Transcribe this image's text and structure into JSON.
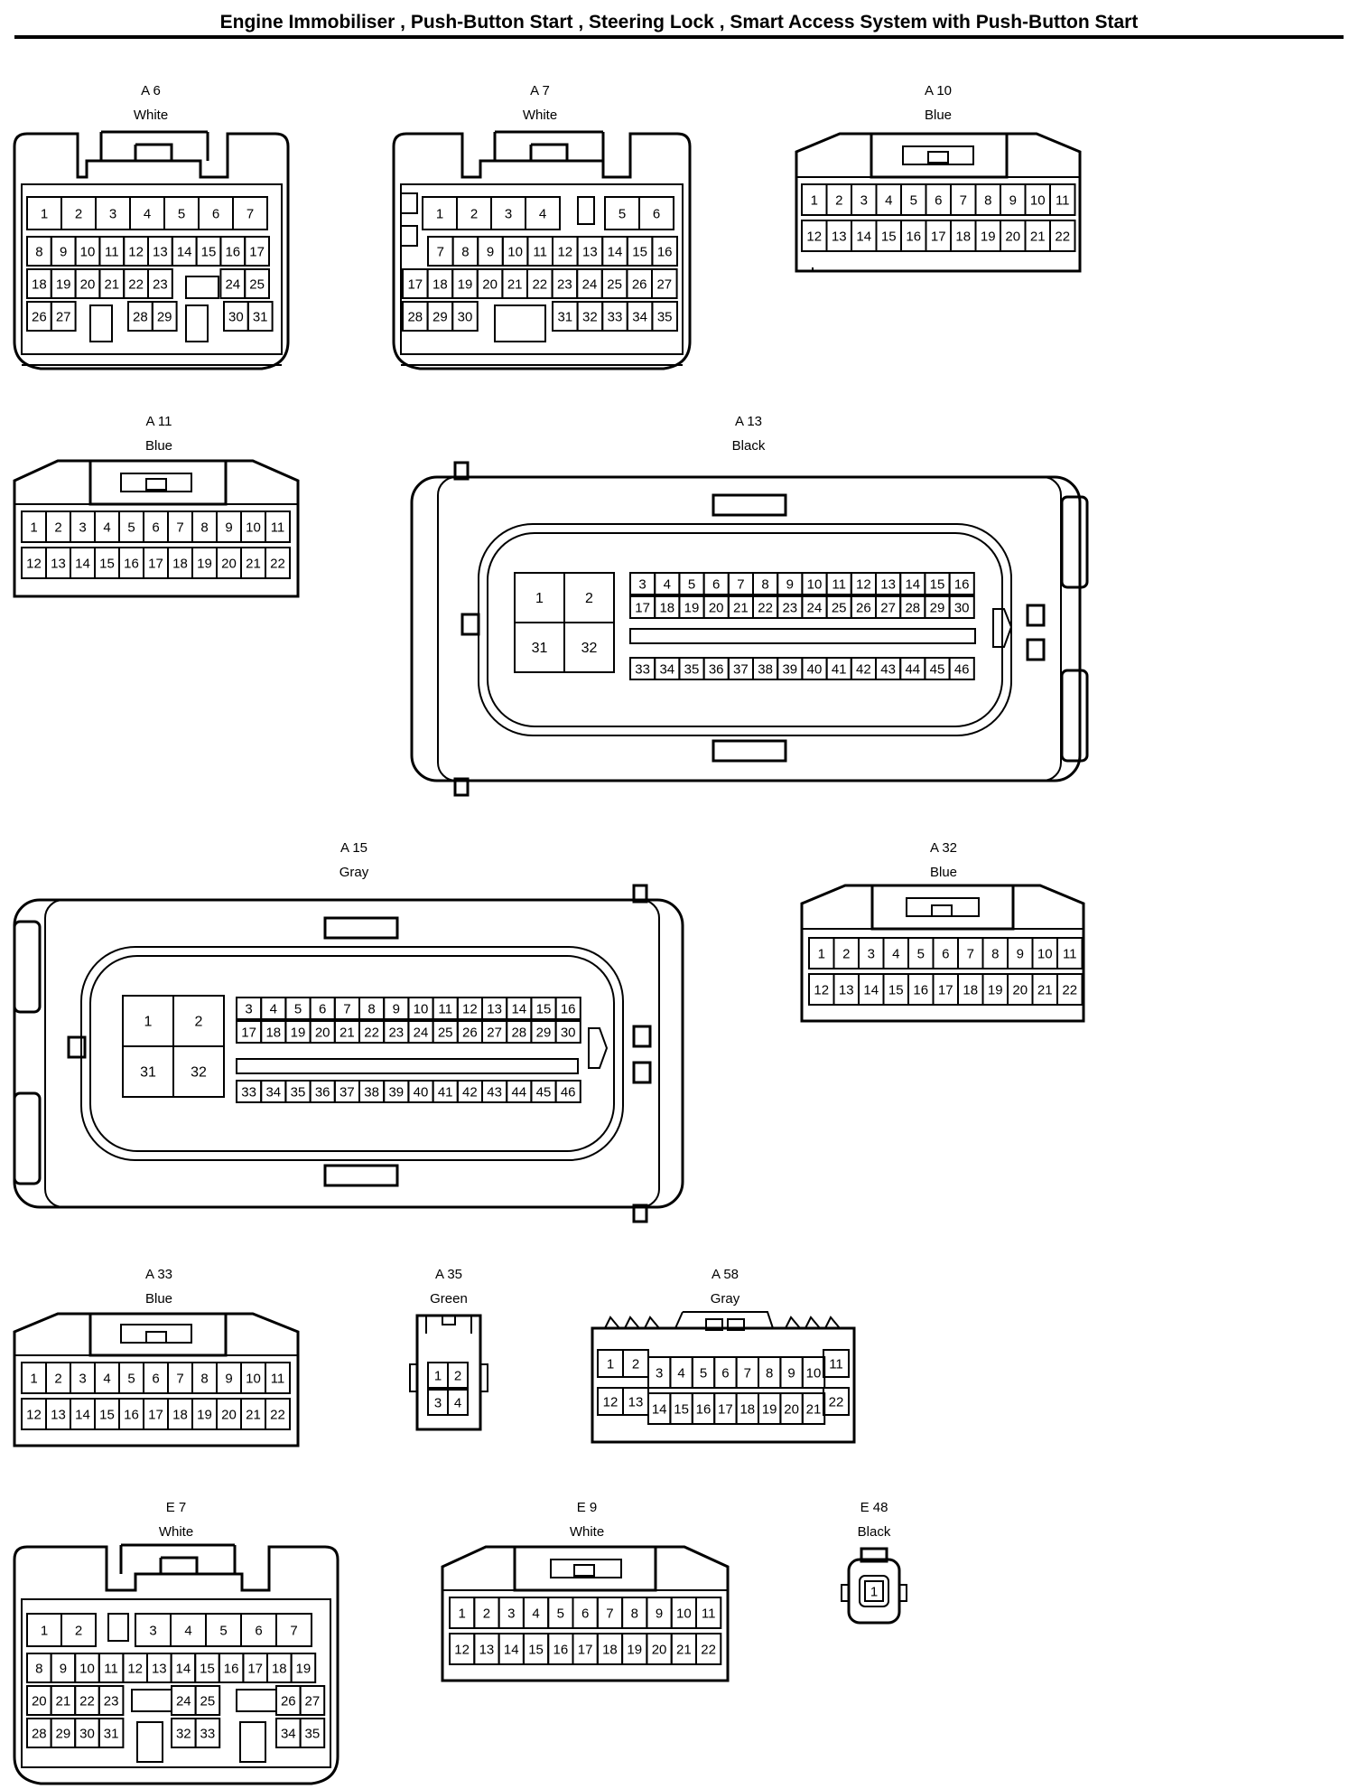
{
  "title": "Engine Immobiliser , Push-Button Start , Steering Lock , Smart Access System with Push-Button Start",
  "connectors": {
    "a6": {
      "id": "A 6",
      "color": "White"
    },
    "a7": {
      "id": "A 7",
      "color": "White"
    },
    "a10": {
      "id": "A 10",
      "color": "Blue"
    },
    "a11": {
      "id": "A 11",
      "color": "Blue"
    },
    "a13": {
      "id": "A 13",
      "color": "Black"
    },
    "a15": {
      "id": "A 15",
      "color": "Gray"
    },
    "a32": {
      "id": "A 32",
      "color": "Blue"
    },
    "a33": {
      "id": "A 33",
      "color": "Blue"
    },
    "a35": {
      "id": "A 35",
      "color": "Green"
    },
    "a58": {
      "id": "A 58",
      "color": "Gray"
    },
    "e7": {
      "id": "E 7",
      "color": "White"
    },
    "e9": {
      "id": "E 9",
      "color": "White"
    },
    "e48": {
      "id": "E 48",
      "color": "Black"
    }
  }
}
